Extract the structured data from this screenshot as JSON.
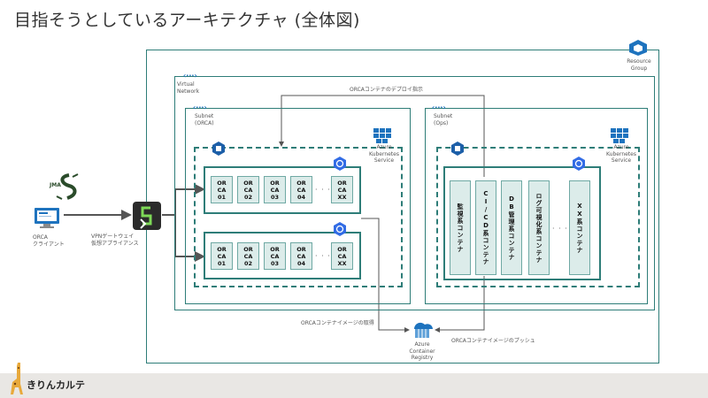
{
  "title": "目指そうとしているアーキテクチャ (全体図)",
  "resource_group": "Resource\nGroup",
  "virtual_network": "Virtual\nNetwork",
  "subnet_orca": "Subnet\n(ORCA)",
  "subnet_ops": "Subnet\n(Ops)",
  "aks": "Azure\nKubernetes\nService",
  "acr": "Azure\nContainer\nRegistry",
  "deploy_instruction": "ORCAコンテナのデプロイ指示",
  "image_fetch": "ORCAコンテナイメージの取得",
  "image_push": "ORCAコンテナイメージのプッシュ",
  "client_label": "ORCA\nクライアント",
  "vpn_label": "VPNゲートウェイ\n仮想アプライアンス",
  "jma_text": "JMA",
  "orca_cells": [
    "OR\nCA\n01",
    "OR\nCA\n02",
    "OR\nCA\n03",
    "OR\nCA\n04",
    "OR\nCA\nXX"
  ],
  "ellipsis": "· · ·",
  "ops_cells": [
    "監視系コンテナ",
    "CI/CD系コンテナ",
    "DB管理系コンテナ",
    "ログ可視化系コンテナ",
    "XX系コンテナ"
  ],
  "brand": "きりんカルテ",
  "colors": {
    "border": "#2e7d78",
    "cell_bg": "#dcecea",
    "azure": "#1e73be",
    "node": "#1d5fa8"
  }
}
